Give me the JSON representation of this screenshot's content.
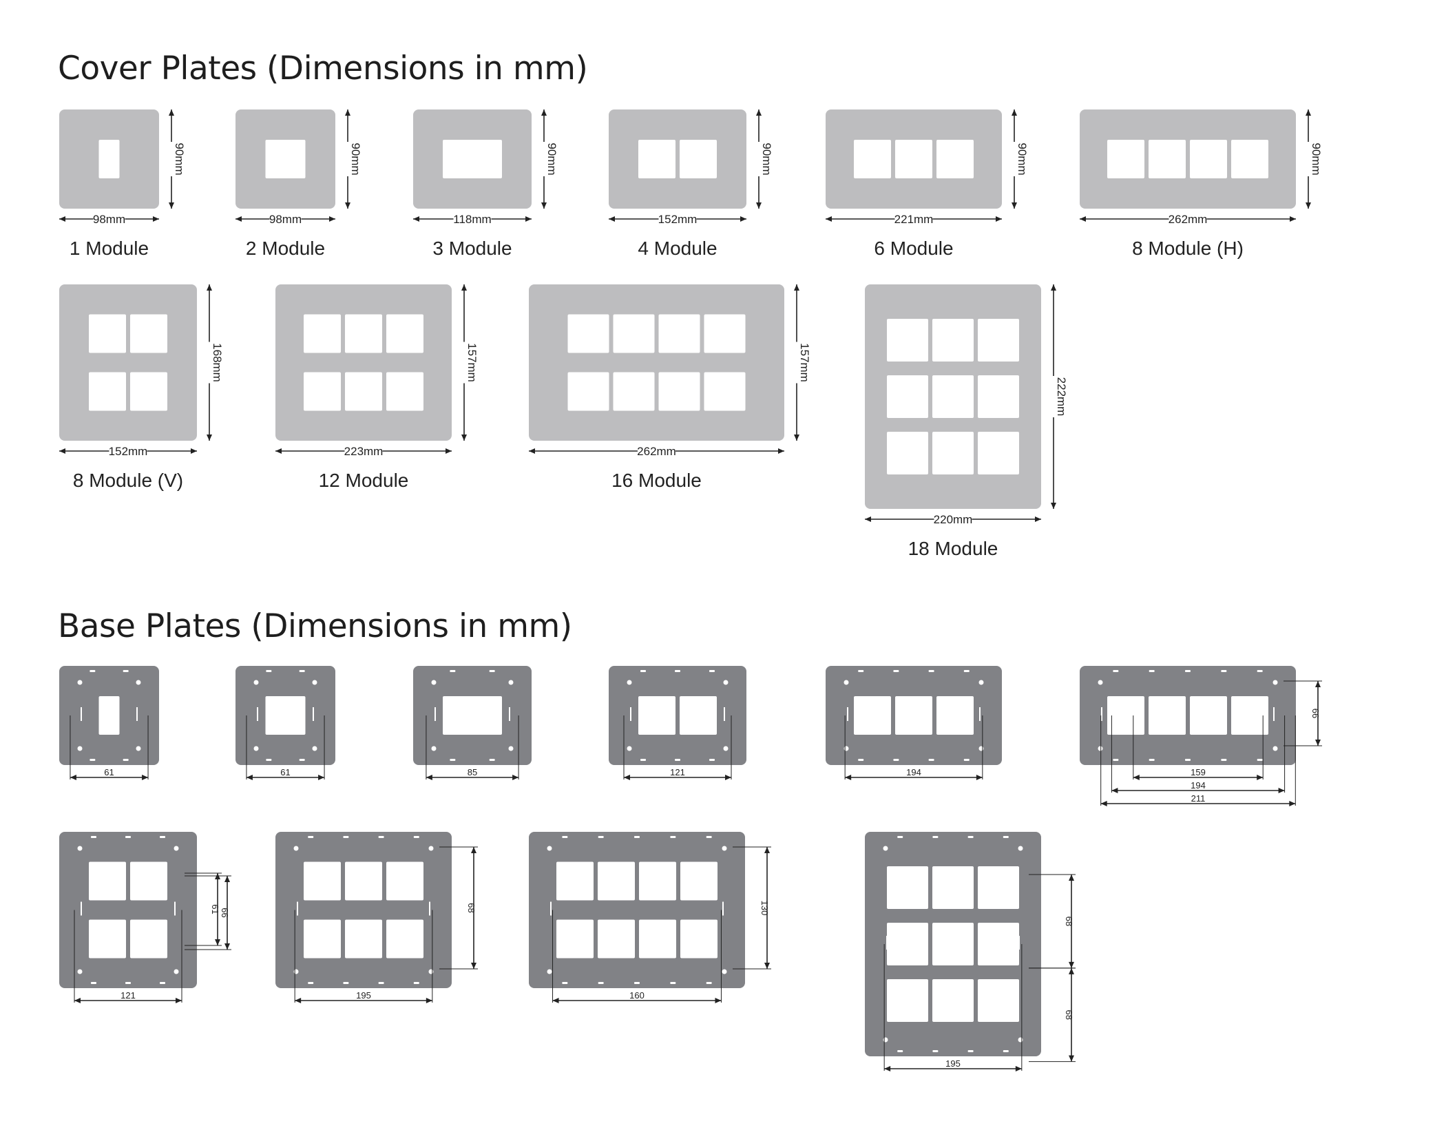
{
  "sections": {
    "cover_title": "Cover Plates (Dimensions in mm)",
    "base_title": "Base Plates (Dimensions in mm)"
  },
  "colors": {
    "cover_plate": "#bdbdbf",
    "base_plate": "#818286",
    "line": "#222222"
  },
  "cover_plates": [
    {
      "label": "1 Module",
      "width": "98mm",
      "height": "90mm"
    },
    {
      "label": "2 Module",
      "width": "98mm",
      "height": "90mm"
    },
    {
      "label": "3 Module",
      "width": "118mm",
      "height": "90mm"
    },
    {
      "label": "4 Module",
      "width": "152mm",
      "height": "90mm"
    },
    {
      "label": "6 Module",
      "width": "221mm",
      "height": "90mm"
    },
    {
      "label": "8 Module (H)",
      "width": "262mm",
      "height": "90mm"
    },
    {
      "label": "8 Module (V)",
      "width": "152mm",
      "height": "168mm"
    },
    {
      "label": "12 Module",
      "width": "223mm",
      "height": "157mm"
    },
    {
      "label": "16 Module",
      "width": "262mm",
      "height": "157mm"
    },
    {
      "label": "18 Module",
      "width": "220mm",
      "height": "222mm"
    }
  ],
  "base_plates": [
    {
      "dims": [
        "61"
      ]
    },
    {
      "dims": [
        "61"
      ]
    },
    {
      "dims": [
        "85"
      ]
    },
    {
      "dims": [
        "121"
      ]
    },
    {
      "dims": [
        "194"
      ]
    },
    {
      "dims": [
        "159",
        "194",
        "211"
      ],
      "vdims": [
        "66"
      ]
    },
    {
      "dims": [
        "121"
      ],
      "vdims": [
        "61",
        "66"
      ]
    },
    {
      "dims": [
        "195"
      ],
      "vdims": [
        "68"
      ]
    },
    {
      "dims": [
        "160"
      ],
      "vdims": [
        "130"
      ]
    },
    {
      "dims": [
        "195"
      ],
      "vdims": [
        "68",
        "68"
      ]
    }
  ]
}
